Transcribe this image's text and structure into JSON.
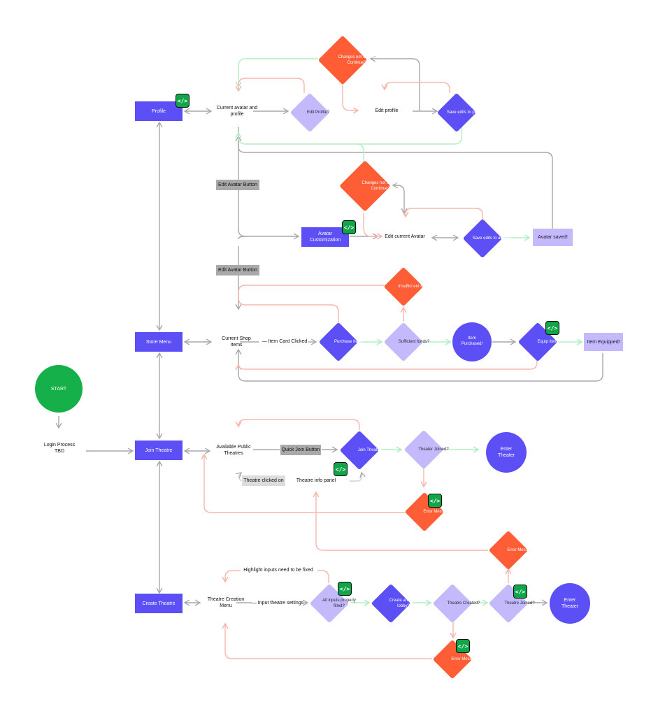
{
  "colors": {
    "primary": "#5b4ff5",
    "light": "#c3b9fb",
    "error": "#fe5d36",
    "start": "#16b04a",
    "edge_gray": "#a8a8a8",
    "edge_green": "#b7efc8",
    "edge_pink": "#f8b7ae"
  },
  "icons": {
    "code": "code-embed-icon",
    "code_glyph": "</>"
  },
  "nodes": {
    "start": "START",
    "login": "Login Process TBD",
    "profile": "Profile",
    "store_menu": "Store Menu",
    "join_theatre": "Join Theatre",
    "create_theatre": "Create Theatre",
    "current_avatar_profile": "Current avatar and profile",
    "edit_profile_q": "Edit Profile?",
    "changes_not_saved_1": "Changes not saved! Continue?",
    "edit_profile": "Edit profile",
    "save_edits_profile_q": "Save edits to profile?",
    "edit_avatar_button_1": "Edit Avatar Button",
    "edit_avatar_button_2": "Edit Avatar Button",
    "changes_not_saved_2": "Changes not saved! Continue?",
    "avatar_customization": "Avatar Customization",
    "edit_current_avatar": "Edit current Avatar",
    "save_edits_avatar_q": "Save edits to avatar?",
    "avatar_saved": "Avatar saved!",
    "insufficient_funds": "Insuffici ent Fun...",
    "current_shop_items": "Current Shop Items",
    "item_card_clicked": "— Item Card Clicked",
    "purchase_item_q": "Purchase Item?",
    "sufficient_funds_q": "Sufficient funds?",
    "item_purchased": "Item Purchased!",
    "equip_items_q": "Equip Items?",
    "item_equipped": "Item Equipped!",
    "available_public_theatres": "Avaliable Public Theatres",
    "quick_join_button": "Quick Join Button",
    "join_theatre_q": "Join Theatre?",
    "theater_joined_q": "Theater Joined?",
    "enter_theater_1": "Enter Theater",
    "theatre_clicked_on": "Theatre clicked on",
    "theatre_info_panel": "Theatre info panel",
    "error_message_join": "Error Message",
    "error_message_top": "Error Message",
    "highlight_inputs": "Highlight inputs need to be fixed",
    "theatre_creation_menu": "Theatre Creation Menu",
    "input_theatre_settings": "— Input theatre settings",
    "all_inputs_filled_q": "All inputs properly filled?",
    "create_join_lobby_q": "Create and join lobby?",
    "theatre_created_q": "Theatre Created?",
    "theatre_joined_q": "Theatre Joined?",
    "enter_theater_2": "Enter Theater",
    "error_message_create": "Error Message"
  }
}
